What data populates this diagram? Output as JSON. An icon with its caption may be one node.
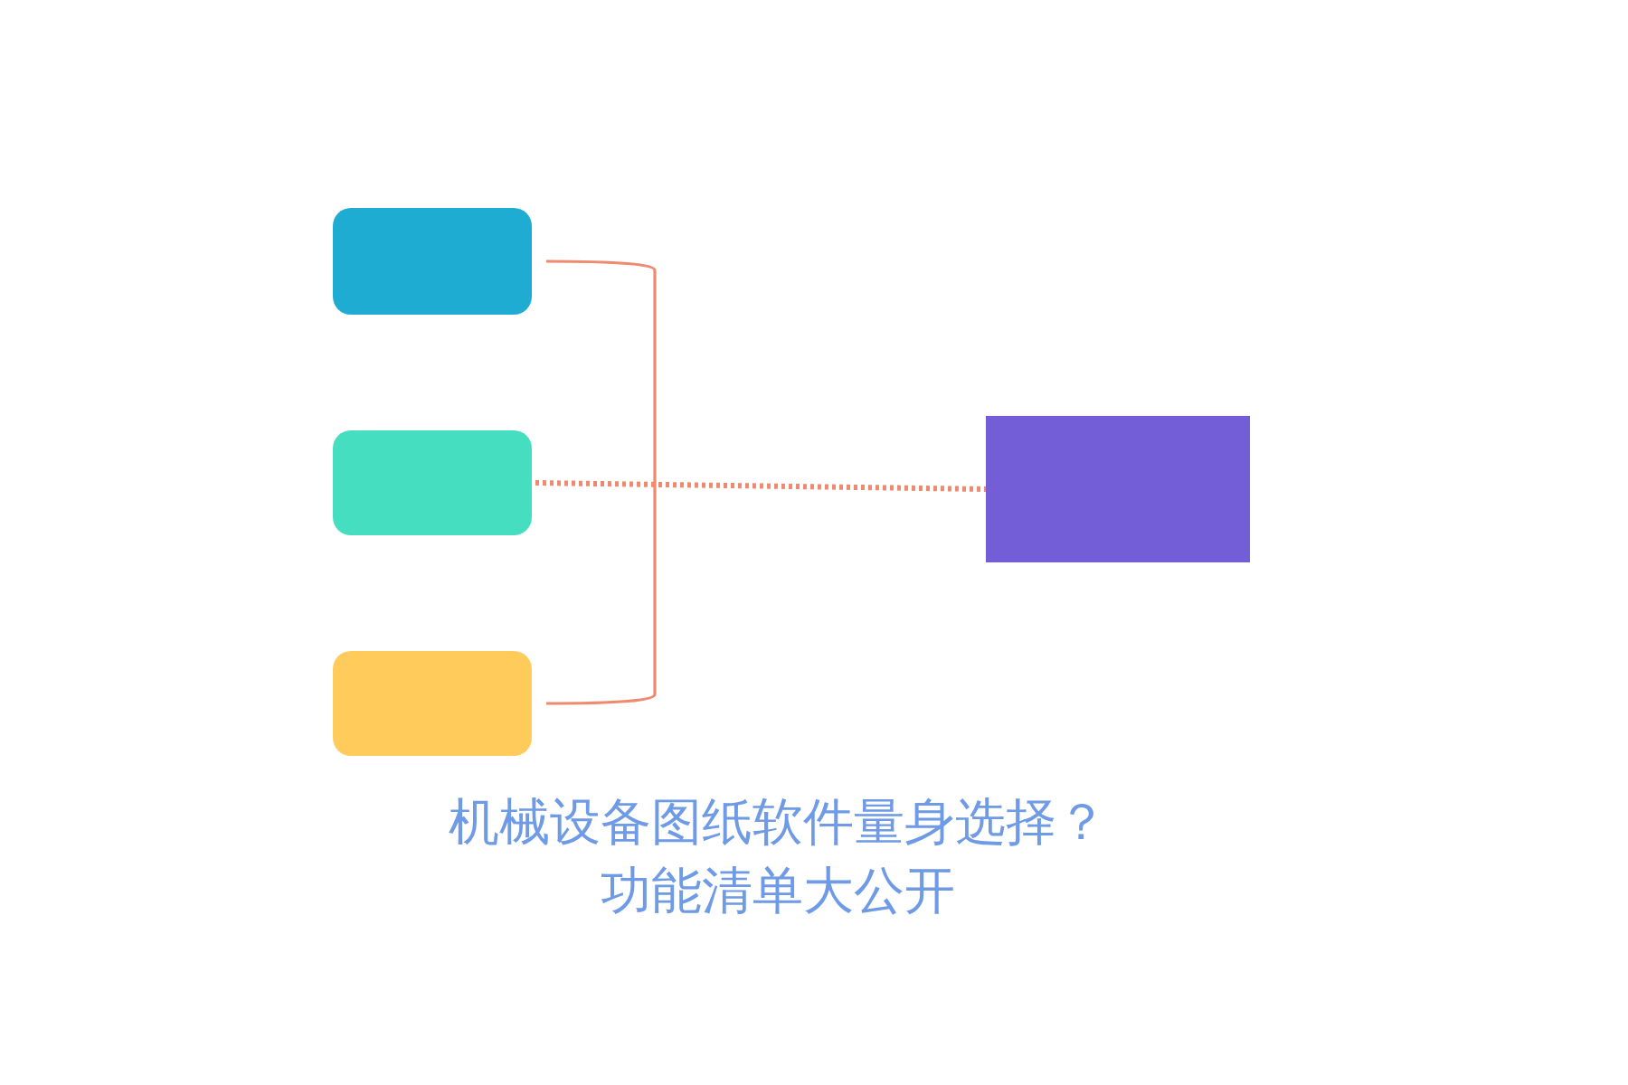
{
  "diagram": {
    "title": "机械设备图纸软件量身选择？功能清单大公开",
    "nodes": [
      {
        "text": [],
        "shape": "box"
      },
      {
        "text": [],
        "shape": "box"
      },
      {
        "text": [],
        "shape": "box"
      },
      {
        "text": [],
        "shape": "box"
      }
    ],
    "edges": [
      {
        "from": 0,
        "to": 2,
        "arrow": "none"
      },
      {
        "from": 1,
        "to": 3,
        "arrow": "none",
        "style": "dashed"
      }
    ]
  }
}
